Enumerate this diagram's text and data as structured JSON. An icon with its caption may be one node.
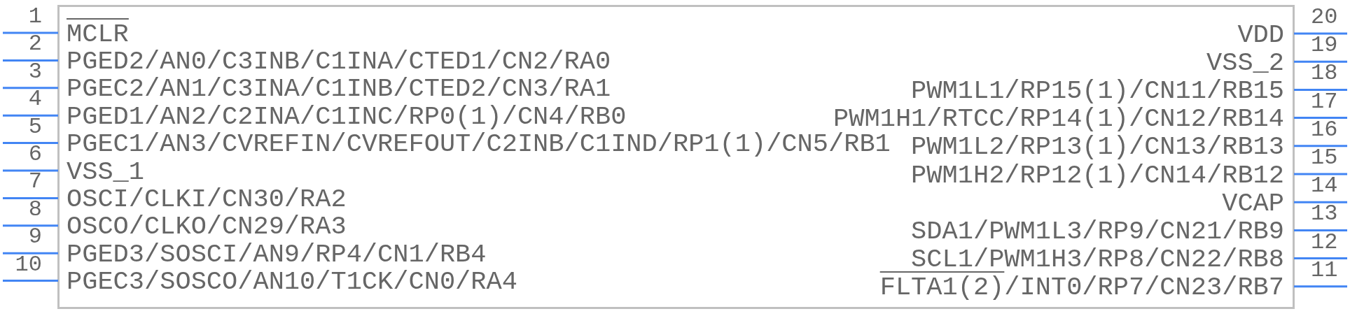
{
  "diagram": {
    "nodes": [
      {
        "text": [],
        "shape": "box"
      },
      {
        "text": [
          "MCLR"
        ],
        "in": 0
      },
      {
        "text": [
          "PGED2/AN0/C3INB/C1INA/CTED1/CN2/RA0"
        ],
        "in": 0
      },
      {
        "text": [
          "PGEC2/AN1/C3INA/C1INB/CTED2/CN3/RA1"
        ],
        "in": 0
      },
      {
        "text": [
          "PGED1/AN2/C2INA/C1INC/RP0(1)/CN4/RB0"
        ],
        "in": 0
      },
      {
        "text": [
          "PGEC1/AN3/CVREFIN/CVREFOUT/C2INB/C1IND/RP1(1)/CN5/RB1"
        ],
        "in": 0
      },
      {
        "text": [
          "VSS_1"
        ],
        "in": 0
      },
      {
        "text": [
          "OSCI/CLKI/CN30/RA2"
        ],
        "in": 0
      },
      {
        "text": [
          "OSCO/CLKO/CN29/RA3"
        ],
        "in": 0
      },
      {
        "text": [
          "PGED3/SOSCI/AN9/RP4/CN1/RB4"
        ],
        "in": 0
      },
      {
        "text": [
          "PGEC3/SOSCO/AN10/T1CK/CN0/RA4"
        ],
        "in": 0
      },
      {
        "text": [
          "FLTA1(2)/INT0/RP7/CN23/RB7"
        ],
        "in": 0
      },
      {
        "text": [
          "SCL1/PWM1H3/RP8/CN22/RB8"
        ],
        "in": 0
      },
      {
        "text": [
          "SDA1/PWM1L3/RP9/CN21/RB9"
        ],
        "in": 0
      },
      {
        "text": [
          "VCAP"
        ],
        "in": 0
      },
      {
        "text": [
          "PWM1H2/RP12(1)/CN14/RB12"
        ],
        "in": 0
      },
      {
        "text": [
          "PWM1L2/RP13(1)/CN13/RB13"
        ],
        "in": 0
      },
      {
        "text": [
          "PWM1H1/RTCC/RP14(1)/CN12/RB14"
        ],
        "in": 0
      },
      {
        "text": [
          "PWM1L1/RP15(1)/CN11/RB15"
        ],
        "in": 0
      },
      {
        "text": [
          "VSS_2"
        ],
        "in": 0
      },
      {
        "text": [
          "VDD"
        ],
        "in": 0
      }
    ],
    "edges": [
      {
        "from": null,
        "to": 1,
        "arrow": "none"
      },
      {
        "from": null,
        "to": 2,
        "arrow": "none"
      },
      {
        "from": null,
        "to": 3,
        "arrow": "none"
      },
      {
        "from": null,
        "to": 4,
        "arrow": "none"
      },
      {
        "from": null,
        "to": 5,
        "arrow": "none"
      },
      {
        "from": null,
        "to": 6,
        "arrow": "none"
      },
      {
        "from": null,
        "to": 7,
        "arrow": "none"
      },
      {
        "from": null,
        "to": 8,
        "arrow": "none"
      },
      {
        "from": null,
        "to": 9,
        "arrow": "none"
      },
      {
        "from": null,
        "to": 10,
        "arrow": "none"
      },
      {
        "from": null,
        "to": 11,
        "arrow": "none"
      },
      {
        "from": null,
        "to": 12,
        "arrow": "none"
      },
      {
        "from": null,
        "to": 13,
        "arrow": "none"
      },
      {
        "from": null,
        "to": 14,
        "arrow": "none"
      },
      {
        "from": null,
        "to": 15,
        "arrow": "none"
      },
      {
        "from": null,
        "to": 16,
        "arrow": "none"
      },
      {
        "from": null,
        "to": 17,
        "arrow": "none"
      },
      {
        "from": null,
        "to": 18,
        "arrow": "none"
      },
      {
        "from": null,
        "to": 19,
        "arrow": "none"
      },
      {
        "from": null,
        "to": 20,
        "arrow": "none"
      }
    ],
    "labels": [
      "1",
      "2",
      "3",
      "4",
      "5",
      "6",
      "7",
      "8",
      "9",
      "10",
      "11",
      "12",
      "13",
      "14",
      "15",
      "16",
      "17",
      "18",
      "19",
      "20"
    ]
  }
}
